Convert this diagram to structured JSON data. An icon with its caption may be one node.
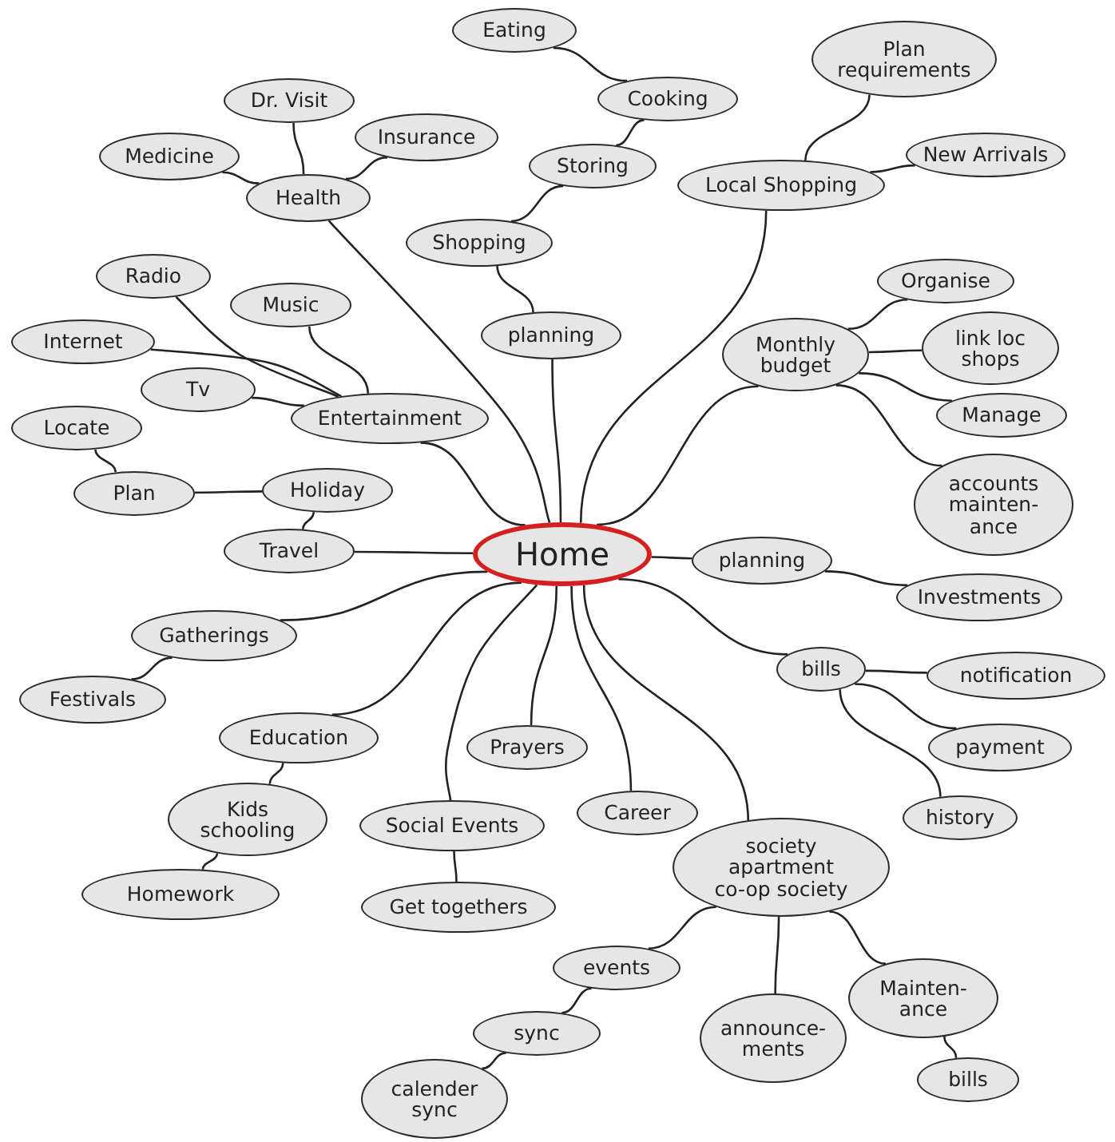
{
  "diagram": {
    "nodes": [
      {
        "text": [
          "Home"
        ]
      },
      {
        "text": [
          "Eating"
        ]
      },
      {
        "text": [
          "Cooking"
        ]
      },
      {
        "text": [
          "Storing"
        ]
      },
      {
        "text": [
          "Shopping"
        ]
      },
      {
        "text": [
          "planning"
        ]
      },
      {
        "text": [
          "Plan requirements"
        ]
      },
      {
        "text": [
          "New Arrivals"
        ]
      },
      {
        "text": [
          "Local Shopping"
        ]
      },
      {
        "text": [
          "Dr. Visit"
        ]
      },
      {
        "text": [
          "Insurance"
        ]
      },
      {
        "text": [
          "Medicine"
        ]
      },
      {
        "text": [
          "Health"
        ]
      },
      {
        "text": [
          "Radio"
        ]
      },
      {
        "text": [
          "Music"
        ]
      },
      {
        "text": [
          "Internet"
        ]
      },
      {
        "text": [
          "Tv"
        ]
      },
      {
        "text": [
          "Entertainment"
        ]
      },
      {
        "text": [
          "Locate"
        ]
      },
      {
        "text": [
          "Plan"
        ]
      },
      {
        "text": [
          "Holiday"
        ]
      },
      {
        "text": [
          "Travel"
        ]
      },
      {
        "text": [
          "Organise"
        ]
      },
      {
        "text": [
          "Monthly budget"
        ]
      },
      {
        "text": [
          "link loc shops"
        ]
      },
      {
        "text": [
          "Manage"
        ]
      },
      {
        "text": [
          "accounts mainten-ance"
        ]
      },
      {
        "text": [
          "planning"
        ]
      },
      {
        "text": [
          "Investments"
        ]
      },
      {
        "text": [
          "Gatherings"
        ]
      },
      {
        "text": [
          "Festivals"
        ]
      },
      {
        "text": [
          "bills"
        ]
      },
      {
        "text": [
          "notification"
        ]
      },
      {
        "text": [
          "payment"
        ]
      },
      {
        "text": [
          "history"
        ]
      },
      {
        "text": [
          "Education"
        ]
      },
      {
        "text": [
          "Prayers"
        ]
      },
      {
        "text": [
          "Kids schooling"
        ]
      },
      {
        "text": [
          "Social Events"
        ]
      },
      {
        "text": [
          "Career"
        ]
      },
      {
        "text": [
          "society apartment co-op society"
        ]
      },
      {
        "text": [
          "Homework"
        ]
      },
      {
        "text": [
          "Get togethers"
        ]
      },
      {
        "text": [
          "events"
        ]
      },
      {
        "text": [
          "sync"
        ]
      },
      {
        "text": [
          "announce-ments"
        ]
      },
      {
        "text": [
          "Mainten-ance"
        ]
      },
      {
        "text": [
          "calender sync"
        ]
      },
      {
        "text": [
          "bills"
        ]
      }
    ],
    "edges": [
      {
        "from": 1,
        "to": 2,
        "arrow": "none"
      },
      {
        "from": 2,
        "to": 3,
        "arrow": "none"
      },
      {
        "from": 3,
        "to": 4,
        "arrow": "none"
      },
      {
        "from": 4,
        "to": 5,
        "arrow": "none"
      },
      {
        "from": 5,
        "to": 0,
        "arrow": "none"
      },
      {
        "from": 6,
        "to": 8,
        "arrow": "none"
      },
      {
        "from": 7,
        "to": 8,
        "arrow": "none"
      },
      {
        "from": 8,
        "to": 0,
        "arrow": "none"
      },
      {
        "from": 9,
        "to": 12,
        "arrow": "none"
      },
      {
        "from": 10,
        "to": 12,
        "arrow": "none"
      },
      {
        "from": 11,
        "to": 12,
        "arrow": "none"
      },
      {
        "from": 12,
        "to": 0,
        "arrow": "none"
      },
      {
        "from": 13,
        "to": 17,
        "arrow": "none"
      },
      {
        "from": 14,
        "to": 17,
        "arrow": "none"
      },
      {
        "from": 15,
        "to": 17,
        "arrow": "none"
      },
      {
        "from": 16,
        "to": 17,
        "arrow": "none"
      },
      {
        "from": 17,
        "to": 0,
        "arrow": "none"
      },
      {
        "from": 18,
        "to": 19,
        "arrow": "none"
      },
      {
        "from": 19,
        "to": 20,
        "arrow": "none"
      },
      {
        "from": 20,
        "to": 21,
        "arrow": "none"
      },
      {
        "from": 21,
        "to": 0,
        "arrow": "none"
      },
      {
        "from": 22,
        "to": 23,
        "arrow": "none"
      },
      {
        "from": 24,
        "to": 23,
        "arrow": "none"
      },
      {
        "from": 25,
        "to": 23,
        "arrow": "none"
      },
      {
        "from": 26,
        "to": 23,
        "arrow": "none"
      },
      {
        "from": 23,
        "to": 0,
        "arrow": "none"
      },
      {
        "from": 0,
        "to": 27,
        "arrow": "none"
      },
      {
        "from": 27,
        "to": 28,
        "arrow": "none"
      },
      {
        "from": 0,
        "to": 29,
        "arrow": "none"
      },
      {
        "from": 29,
        "to": 30,
        "arrow": "none"
      },
      {
        "from": 0,
        "to": 31,
        "arrow": "none"
      },
      {
        "from": 31,
        "to": 32,
        "arrow": "none"
      },
      {
        "from": 31,
        "to": 33,
        "arrow": "none"
      },
      {
        "from": 31,
        "to": 34,
        "arrow": "none"
      },
      {
        "from": 0,
        "to": 35,
        "arrow": "none"
      },
      {
        "from": 0,
        "to": 36,
        "arrow": "none"
      },
      {
        "from": 35,
        "to": 37,
        "arrow": "none"
      },
      {
        "from": 0,
        "to": 38,
        "arrow": "none"
      },
      {
        "from": 0,
        "to": 39,
        "arrow": "none"
      },
      {
        "from": 0,
        "to": 40,
        "arrow": "none"
      },
      {
        "from": 37,
        "to": 41,
        "arrow": "none"
      },
      {
        "from": 38,
        "to": 42,
        "arrow": "none"
      },
      {
        "from": 40,
        "to": 43,
        "arrow": "none"
      },
      {
        "from": 43,
        "to": 44,
        "arrow": "none"
      },
      {
        "from": 40,
        "to": 45,
        "arrow": "none"
      },
      {
        "from": 40,
        "to": 46,
        "arrow": "none"
      },
      {
        "from": 44,
        "to": 47,
        "arrow": "none"
      },
      {
        "from": 46,
        "to": 48,
        "arrow": "none"
      }
    ]
  }
}
